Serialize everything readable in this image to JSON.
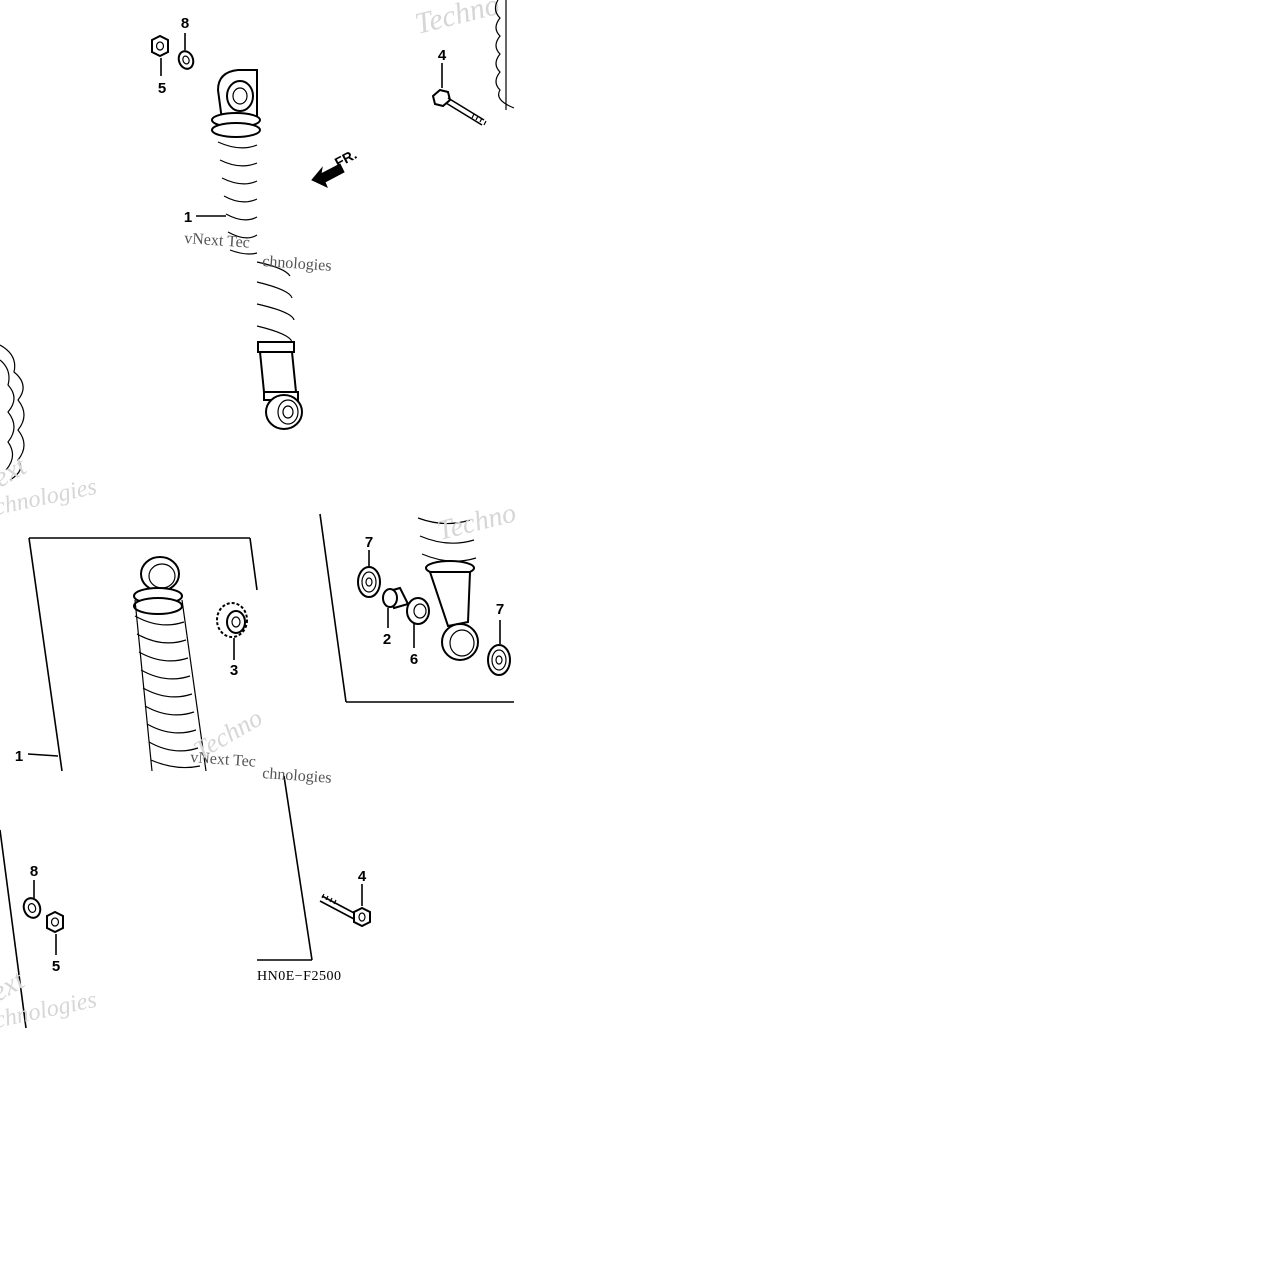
{
  "diagram": {
    "fr_label": "FR.",
    "drawing_code": "HN0E−F2500",
    "callouts": {
      "a1": "8",
      "a2": "5",
      "a3": "4",
      "a4": "1",
      "b1": "7",
      "b2": "2",
      "b3": "6",
      "b4": "7",
      "c1": "3",
      "c2": "1",
      "d1": "8",
      "d2": "5",
      "d3": "4"
    },
    "watermarks": {
      "w1": "Techno",
      "w2": "vNext Tec",
      "w3": "chnologies",
      "w4": "ext",
      "w5": "chnologies",
      "w6": "Techno",
      "w7": "vNext Tec",
      "w8": "chnologies",
      "w9": "ext",
      "w10": "chnologies"
    }
  }
}
